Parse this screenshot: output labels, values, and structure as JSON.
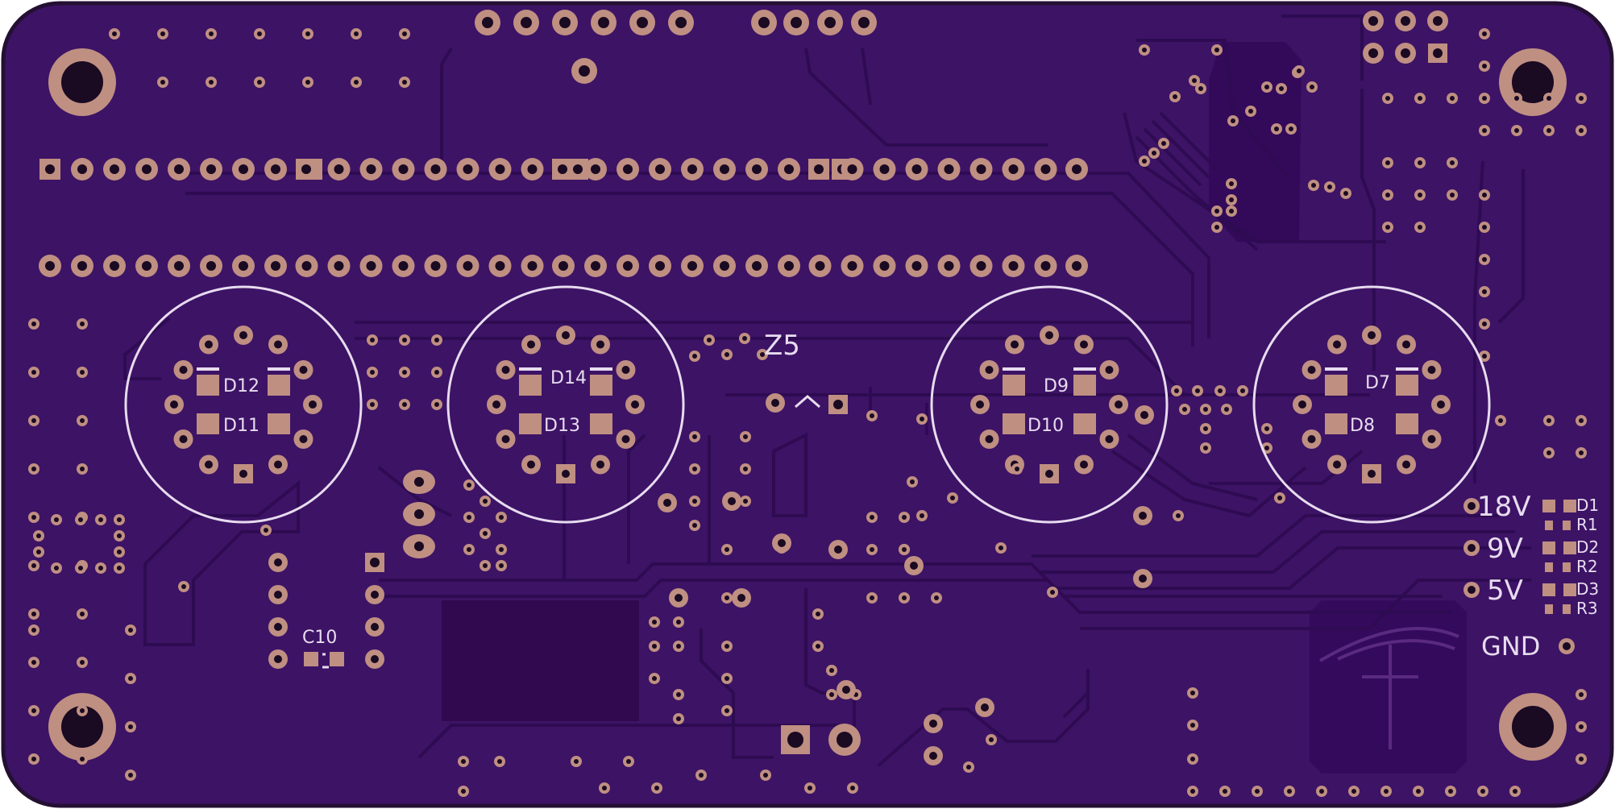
{
  "board": {
    "colors": {
      "substrate": "#3d1366",
      "trace": "#2e0b52",
      "pour": "#33095a",
      "pad": "#bf8f82",
      "hole": "#1a0a22",
      "silk": "#e7dcef",
      "edge": "#241033"
    }
  },
  "labels": {
    "z5": "Z5",
    "c10": "C10",
    "v18": "18V",
    "v9": "9V",
    "v5": "5V",
    "gnd": "GND",
    "d1": "D1",
    "r1": "R1",
    "d2": "D2",
    "r2": "R2",
    "d3": "D3",
    "r3": "R3"
  },
  "sockets": [
    {
      "upper": "D12",
      "lower": "D11"
    },
    {
      "upper": "D14",
      "lower": "D13"
    },
    {
      "upper": "D9",
      "lower": "D10"
    },
    {
      "upper": "D7",
      "lower": "D8"
    }
  ]
}
